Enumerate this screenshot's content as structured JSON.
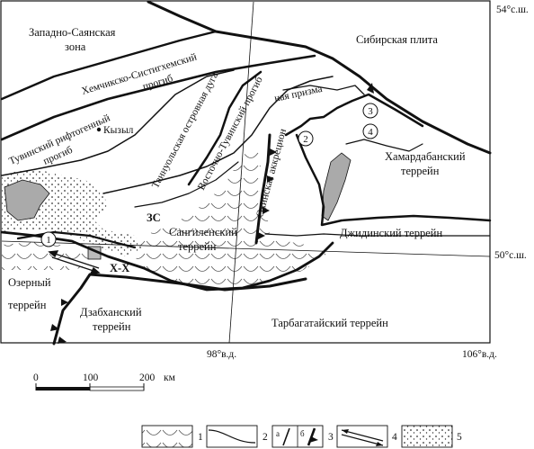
{
  "coordinates": {
    "lat_top": "54°с.ш.",
    "lat_mid": "50°с.ш.",
    "lon_left": "98°в.д.",
    "lon_right": "106°в.д."
  },
  "regions": {
    "zap_sayan_1": "Западно-Саянская",
    "zap_sayan_2": "зона",
    "sib_plita": "Сибирская плита",
    "hemchik": "Хемчикско-Систигхемский",
    "hemchik_2": "прогиб",
    "tuva_rift_1": "Тувинский рифтогенный",
    "tuva_rift_2": "прогиб",
    "kyzyl": "Кызыл",
    "tannu": "Таннуольская островная дуга",
    "vost_tuva": "Восточно-Тувинский прогиб",
    "prizma": "ная призма",
    "okinsk": "Окинская аккрецион",
    "khamar_1": "Хамардабанский",
    "khamar_2": "террейн",
    "sangilen_1": "Сангиленский",
    "sangilen_2": "террейн",
    "zs": "ЗС",
    "dzhida": "Джидинский террейн",
    "xx": "Х-Х",
    "ozerny_1": "Озерный",
    "ozerny_2": "террейн",
    "dzabkhan_1": "Дзабханский",
    "dzabkhan_2": "террейн",
    "tarbagatai": "Тарбагатайский террейн"
  },
  "circled_numbers": [
    "1",
    "2",
    "3",
    "4"
  ],
  "scale": {
    "t0": "0",
    "t100": "100",
    "t200": "200",
    "unit": "км"
  },
  "legend": {
    "items": [
      {
        "n": "1",
        "symbol": "arcs"
      },
      {
        "n": "2",
        "symbol": "boundary-line"
      },
      {
        "n": "3",
        "symbol": "thrust",
        "a": "а",
        "b": "б"
      },
      {
        "n": "4",
        "symbol": "strike-slip"
      },
      {
        "n": "5",
        "symbol": "dots"
      }
    ]
  }
}
